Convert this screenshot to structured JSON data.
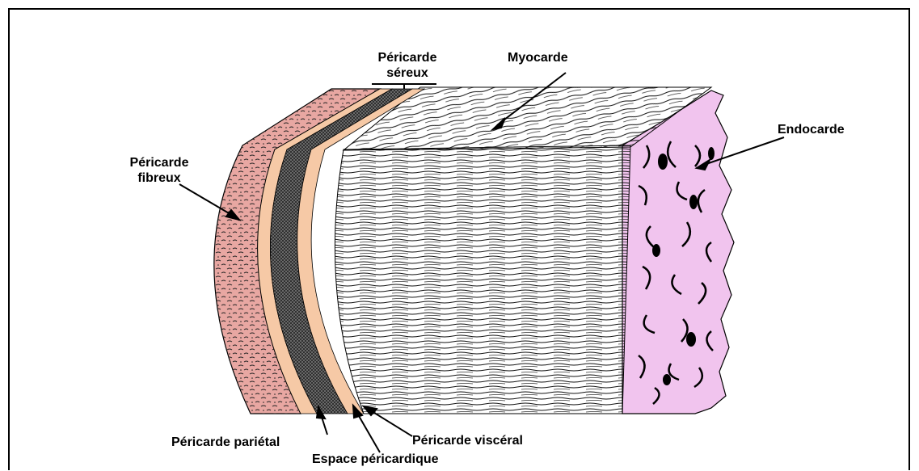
{
  "labels": {
    "pericarde_sereux": [
      "Péricarde",
      "séreux"
    ],
    "myocarde": "Myocarde",
    "endocarde": "Endocarde",
    "pericarde_fibreux": [
      "Péricarde",
      "fibreux"
    ],
    "pericarde_parietal": "Péricarde pariétal",
    "pericarde_visceral": "Péricarde viscéral",
    "espace_pericardique": "Espace péricardique"
  },
  "colors": {
    "outline": "#000000",
    "parietal_band": "#f6c9a6",
    "fibrous_tint": "#e8a7a2",
    "endocarde": "#f1c4ee",
    "sereux_band": "#555555"
  }
}
